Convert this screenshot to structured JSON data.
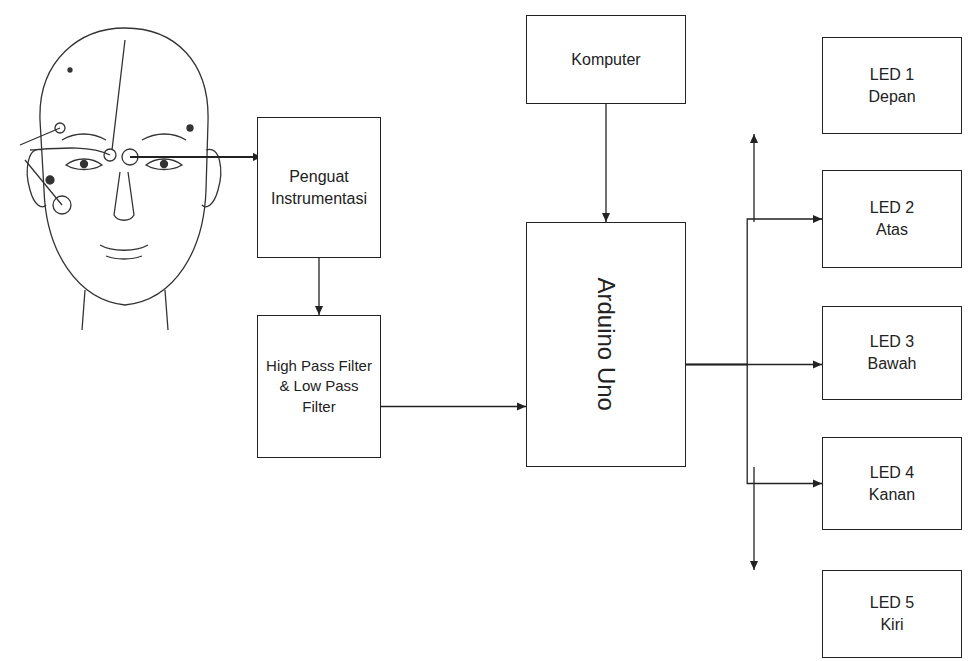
{
  "diagram": {
    "nodes": [
      {
        "text": [
          "Penguat Instrumentasi"
        ]
      },
      {
        "text": [
          "High Pass Filter & Low Pass Filter"
        ]
      },
      {
        "text": [
          "Komputer"
        ]
      },
      {
        "text": [
          "Arduino Uno"
        ]
      },
      {
        "text": [
          "LED 1 Depan"
        ]
      },
      {
        "text": [
          "LED 2 Atas"
        ]
      },
      {
        "text": [
          "LED 3 Bawah"
        ]
      },
      {
        "text": [
          "LED 4 Kanan"
        ]
      },
      {
        "text": [
          "LED 5 Kiri"
        ]
      }
    ],
    "edges": [
      {
        "from": 0,
        "to": 1,
        "arrow": "to"
      },
      {
        "from": 1,
        "to": 3,
        "arrow": "to"
      },
      {
        "from": 2,
        "to": 3,
        "arrow": "to"
      },
      {
        "from": 3,
        "to": 4,
        "arrow": "to"
      },
      {
        "from": 3,
        "to": 5,
        "arrow": "to"
      },
      {
        "from": 3,
        "to": 6,
        "arrow": "to"
      },
      {
        "from": 3,
        "to": 7,
        "arrow": "to"
      },
      {
        "from": 3,
        "to": 8,
        "arrow": "to"
      }
    ]
  }
}
